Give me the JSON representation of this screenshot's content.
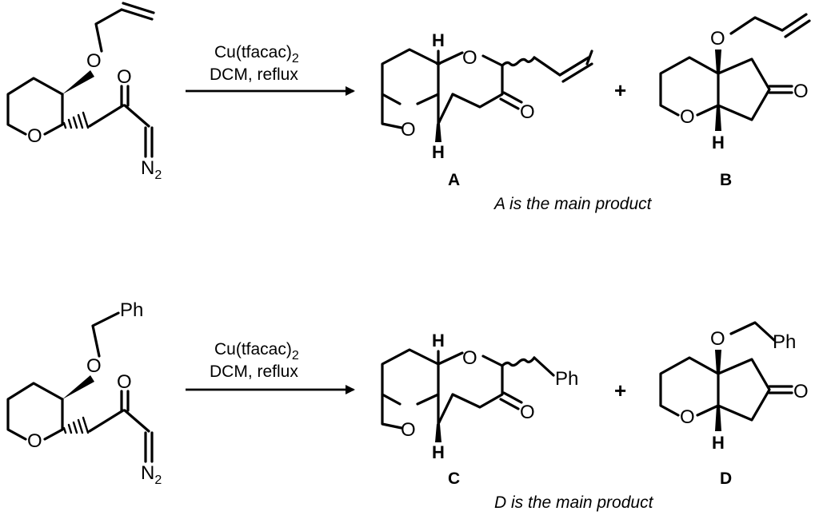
{
  "atoms": {
    "oxygen": "O",
    "hydrogen": "H",
    "nitrogen": "N",
    "diazo_subscript": "2",
    "phenyl": "Ph"
  },
  "reaction1": {
    "reagent_line1": "Cu(tfacac)",
    "reagent_sub": "2",
    "reagent_line2": "DCM, reflux",
    "plus": "+",
    "product_a_label": "A",
    "product_b_label": "B",
    "note": "A is the main product"
  },
  "reaction2": {
    "reagent_line1": "Cu(tfacac)",
    "reagent_sub": "2",
    "reagent_line2": "DCM, reflux",
    "plus": "+",
    "product_c_label": "C",
    "product_d_label": "D",
    "note": "D is the main product"
  }
}
